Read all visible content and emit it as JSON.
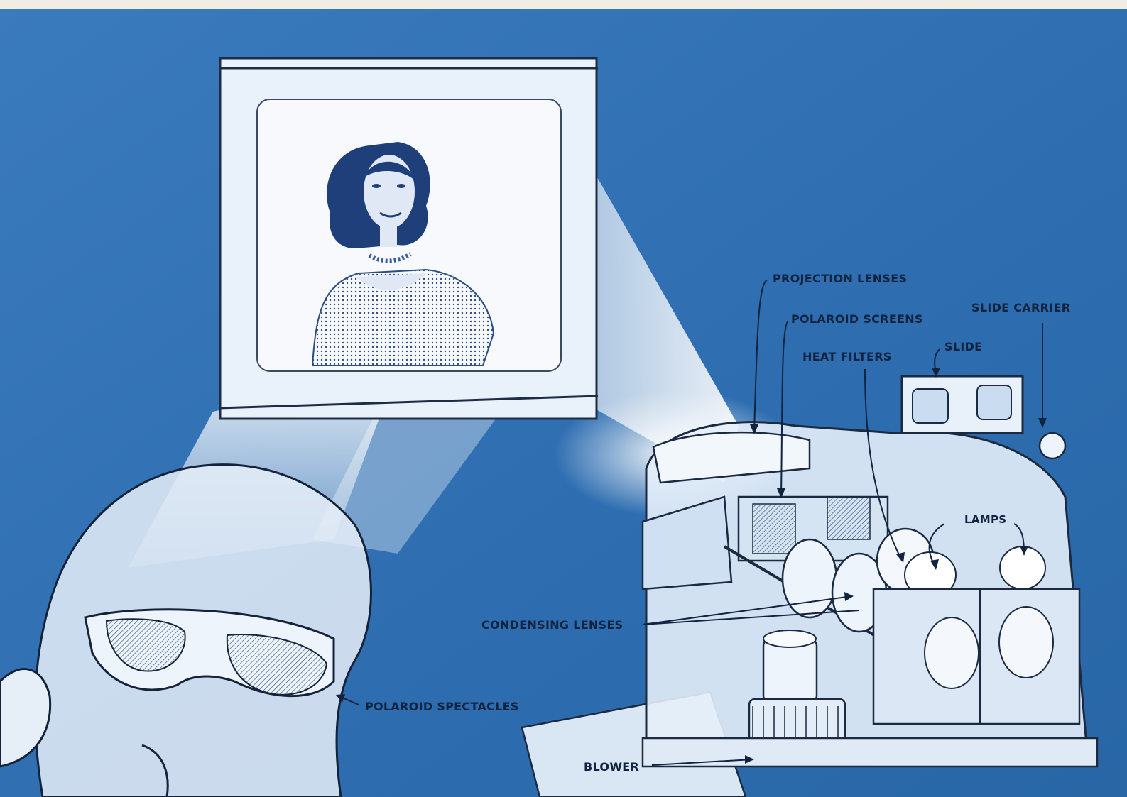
{
  "labels": {
    "projection_lenses": "PROJECTION LENSES",
    "polaroid_screens": "POLAROID SCREENS",
    "slide_carrier": "SLIDE CARRIER",
    "slide": "SLIDE",
    "heat_filters": "HEAT FILTERS",
    "lamps": "LAMPS",
    "condensing_lenses": "CONDENSING LENSES",
    "polaroid_spectacles": "POLAROID SPECTACLES",
    "blower": "BLOWER"
  },
  "colors": {
    "background": "#2f6fb0",
    "ink": "#12233f",
    "light_beam": "#eaf4ff"
  }
}
